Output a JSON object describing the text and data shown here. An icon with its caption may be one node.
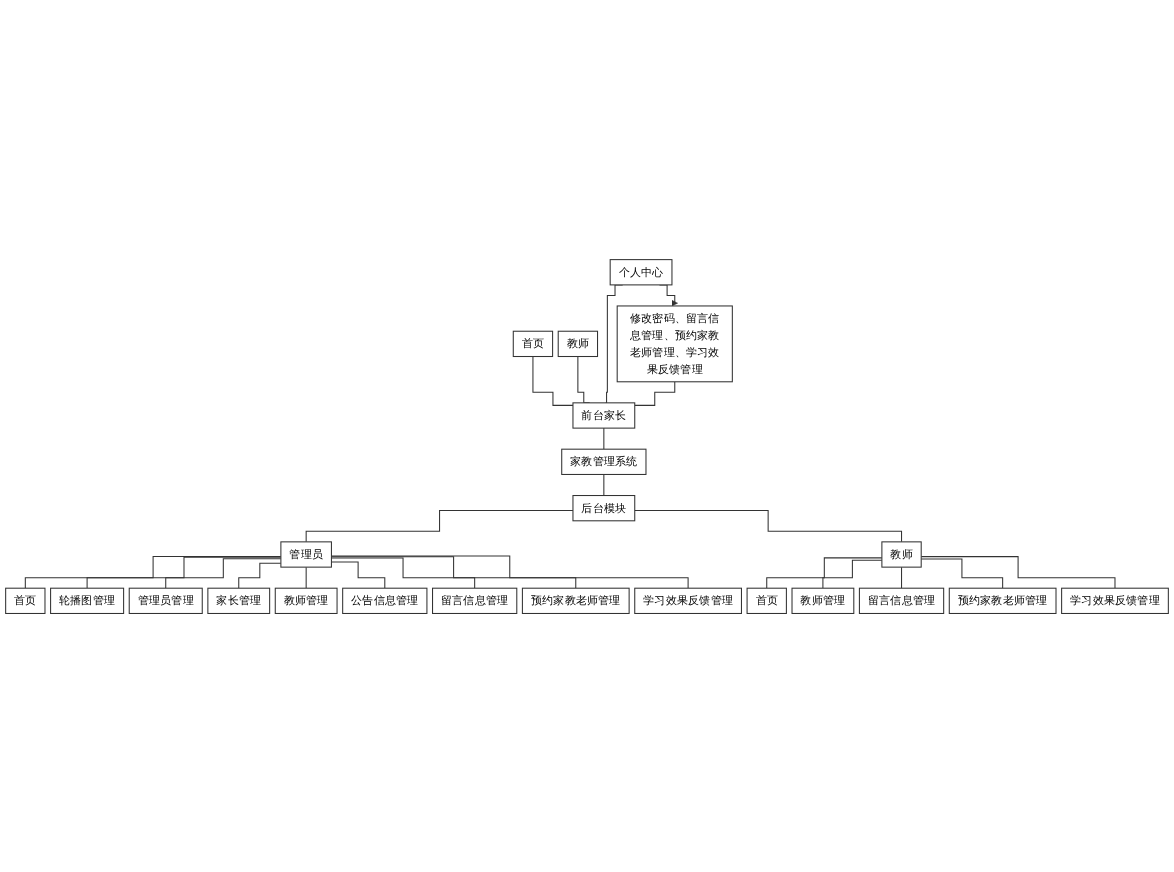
{
  "diagram": {
    "nodes": [
      {
        "text": [
          "首页"
        ]
      },
      {
        "text": [
          "教师"
        ]
      },
      {
        "text": [
          "个人中心"
        ]
      },
      {
        "text": [
          "修改密码、留言信息管理、预约家教老师管理、学习效果反馈管理"
        ]
      },
      {
        "text": [
          "前台家长"
        ]
      },
      {
        "text": [
          "家教管理系统"
        ]
      },
      {
        "text": [
          "后台模块"
        ]
      },
      {
        "text": [
          "管理员"
        ]
      },
      {
        "text": [
          "教师"
        ]
      },
      {
        "text": [
          "首页"
        ]
      },
      {
        "text": [
          "轮播图管理"
        ]
      },
      {
        "text": [
          "管理员管理"
        ]
      },
      {
        "text": [
          "家长管理"
        ]
      },
      {
        "text": [
          "教师管理"
        ]
      },
      {
        "text": [
          "公告信息管理"
        ]
      },
      {
        "text": [
          "留言信息管理"
        ]
      },
      {
        "text": [
          "预约家教老师管理"
        ]
      },
      {
        "text": [
          "学习效果反馈管理"
        ]
      },
      {
        "text": [
          "首页"
        ]
      },
      {
        "text": [
          "教师管理"
        ]
      },
      {
        "text": [
          "留言信息管理"
        ]
      },
      {
        "text": [
          "预约家教老师管理"
        ]
      },
      {
        "text": [
          "学习效果反馈管理"
        ]
      }
    ],
    "edges": [
      {
        "from": 0,
        "to": 4,
        "arrow": "none"
      },
      {
        "from": 1,
        "to": 4,
        "arrow": "none"
      },
      {
        "from": 2,
        "to": 4,
        "arrow": "none"
      },
      {
        "from": 3,
        "to": 4,
        "arrow": "none"
      },
      {
        "from": 2,
        "to": 3,
        "arrow": "to"
      },
      {
        "from": 4,
        "to": 5,
        "arrow": "none"
      },
      {
        "from": 5,
        "to": 6,
        "arrow": "none"
      },
      {
        "from": 6,
        "to": 7,
        "arrow": "none"
      },
      {
        "from": 6,
        "to": 8,
        "arrow": "none"
      },
      {
        "from": 7,
        "to": 9,
        "arrow": "none"
      },
      {
        "from": 7,
        "to": 10,
        "arrow": "none"
      },
      {
        "from": 7,
        "to": 11,
        "arrow": "none"
      },
      {
        "from": 7,
        "to": 12,
        "arrow": "none"
      },
      {
        "from": 7,
        "to": 13,
        "arrow": "none"
      },
      {
        "from": 7,
        "to": 14,
        "arrow": "none"
      },
      {
        "from": 7,
        "to": 15,
        "arrow": "none"
      },
      {
        "from": 7,
        "to": 16,
        "arrow": "none"
      },
      {
        "from": 7,
        "to": 17,
        "arrow": "none"
      },
      {
        "from": 8,
        "to": 18,
        "arrow": "none"
      },
      {
        "from": 8,
        "to": 19,
        "arrow": "none"
      },
      {
        "from": 8,
        "to": 20,
        "arrow": "none"
      },
      {
        "from": 8,
        "to": 21,
        "arrow": "none"
      },
      {
        "from": 8,
        "to": 22,
        "arrow": "none"
      }
    ]
  }
}
